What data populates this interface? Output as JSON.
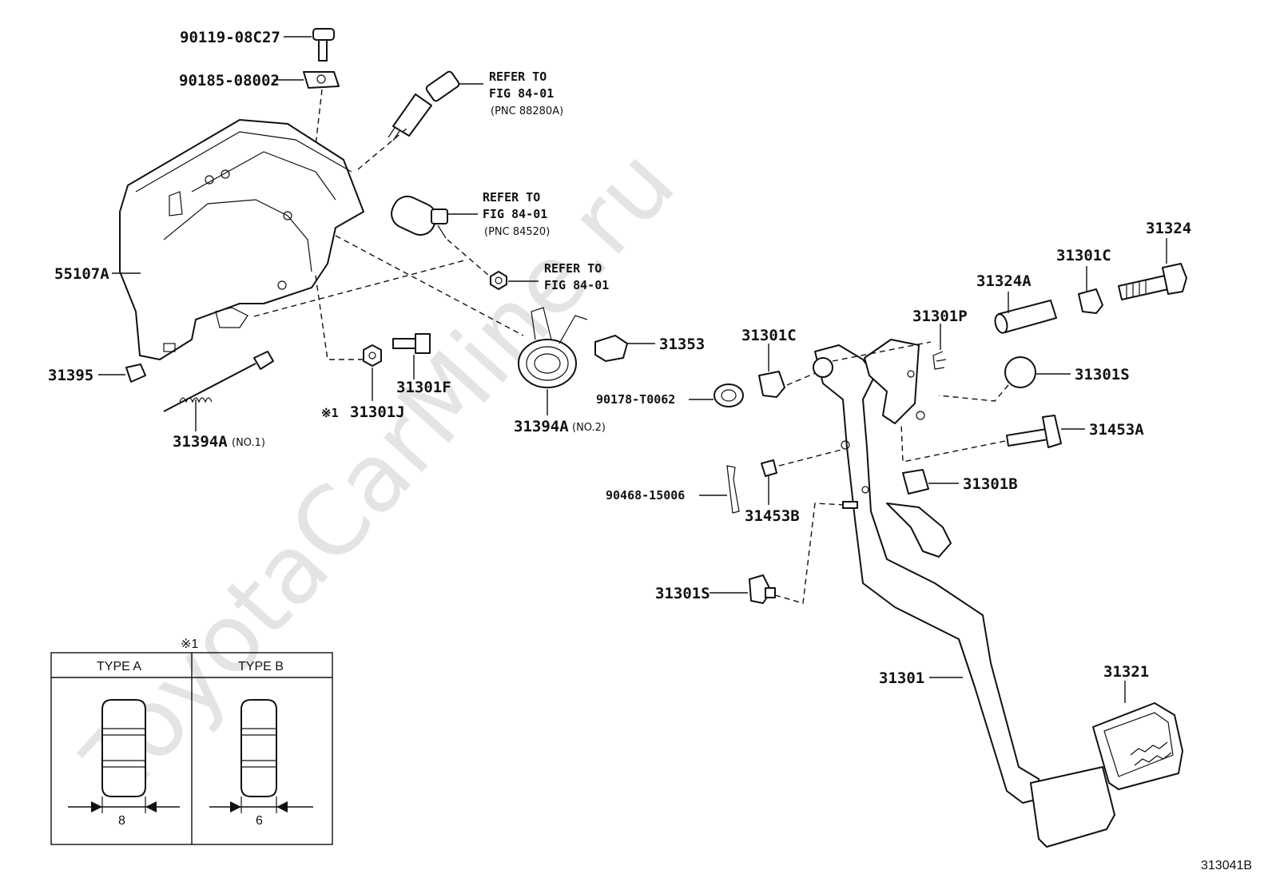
{
  "watermark": "ToyotaCarMine.ru",
  "figure_code": "313041B",
  "labels": {
    "p90119": "90119-08C27",
    "p90185": "90185-08002",
    "ref1_a": "REFER TO",
    "ref1_b": "FIG 84-01",
    "ref1_c": "(PNC 88280A)",
    "ref2_a": "REFER TO",
    "ref2_b": "FIG 84-01",
    "ref2_c": "(PNC 84520)",
    "ref3_a": "REFER TO",
    "ref3_b": "FIG 84-01",
    "p55107a": "55107A",
    "p31395": "31395",
    "p31394a_1": "31394A",
    "p31394a_1_note": "(NO.1)",
    "p31301j_mark": "※1",
    "p31301j": "31301J",
    "p31301f": "31301F",
    "p31394a_2": "31394A",
    "p31394a_2_note": "(NO.2)",
    "p31353": "31353",
    "p31301c_mid": "31301C",
    "p90178": "90178-T0062",
    "p90468": "90468-15006",
    "p31453b": "31453B",
    "p31301s_low": "31301S",
    "p31301p": "31301P",
    "p31324a": "31324A",
    "p31301c_top": "31301C",
    "p31324": "31324",
    "p31301s_right": "31301S",
    "p31453a": "31453A",
    "p31301b": "31301B",
    "p31301": "31301",
    "p31321": "31321"
  },
  "nut_table": {
    "mark": "※1",
    "col_a": "TYPE A",
    "col_b": "TYPE B",
    "dim_a": "8",
    "dim_b": "6"
  }
}
